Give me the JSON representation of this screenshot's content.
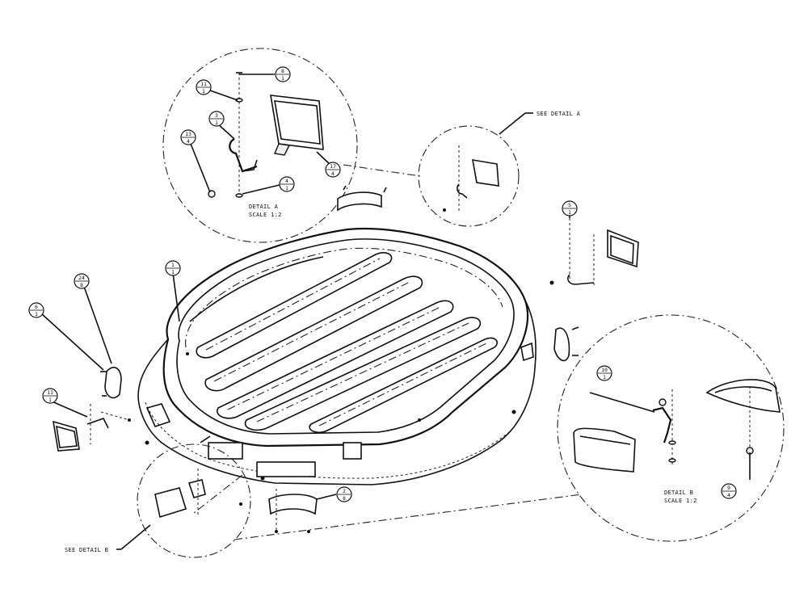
{
  "labels": {
    "see_detail_a": "SEE DETAIL A",
    "see_detail_b": "SEE DETAIL B",
    "detail_a": "DETAIL A",
    "scale_a": "SCALE 1:2",
    "detail_b": "DETAIL B",
    "scale_b": "SCALE 1:2"
  },
  "balloons": [
    {
      "id": "b1",
      "top": "8",
      "bottom": "1"
    },
    {
      "id": "b2",
      "top": "11",
      "bottom": "1"
    },
    {
      "id": "b3",
      "top": "3",
      "bottom": "1"
    },
    {
      "id": "b4",
      "top": "13",
      "bottom": "4"
    },
    {
      "id": "b5",
      "top": "17",
      "bottom": "4"
    },
    {
      "id": "b6",
      "top": "4",
      "bottom": "1"
    },
    {
      "id": "b7",
      "top": "5",
      "bottom": "1"
    },
    {
      "id": "b8",
      "top": "1",
      "bottom": "1"
    },
    {
      "id": "b9",
      "top": "24",
      "bottom": "8"
    },
    {
      "id": "b10",
      "top": "6",
      "bottom": "1"
    },
    {
      "id": "b11",
      "top": "11",
      "bottom": "1"
    },
    {
      "id": "b12",
      "top": "2",
      "bottom": "8"
    },
    {
      "id": "b13",
      "top": "10",
      "bottom": "1"
    },
    {
      "id": "b14",
      "top": "9",
      "bottom": "4"
    }
  ]
}
